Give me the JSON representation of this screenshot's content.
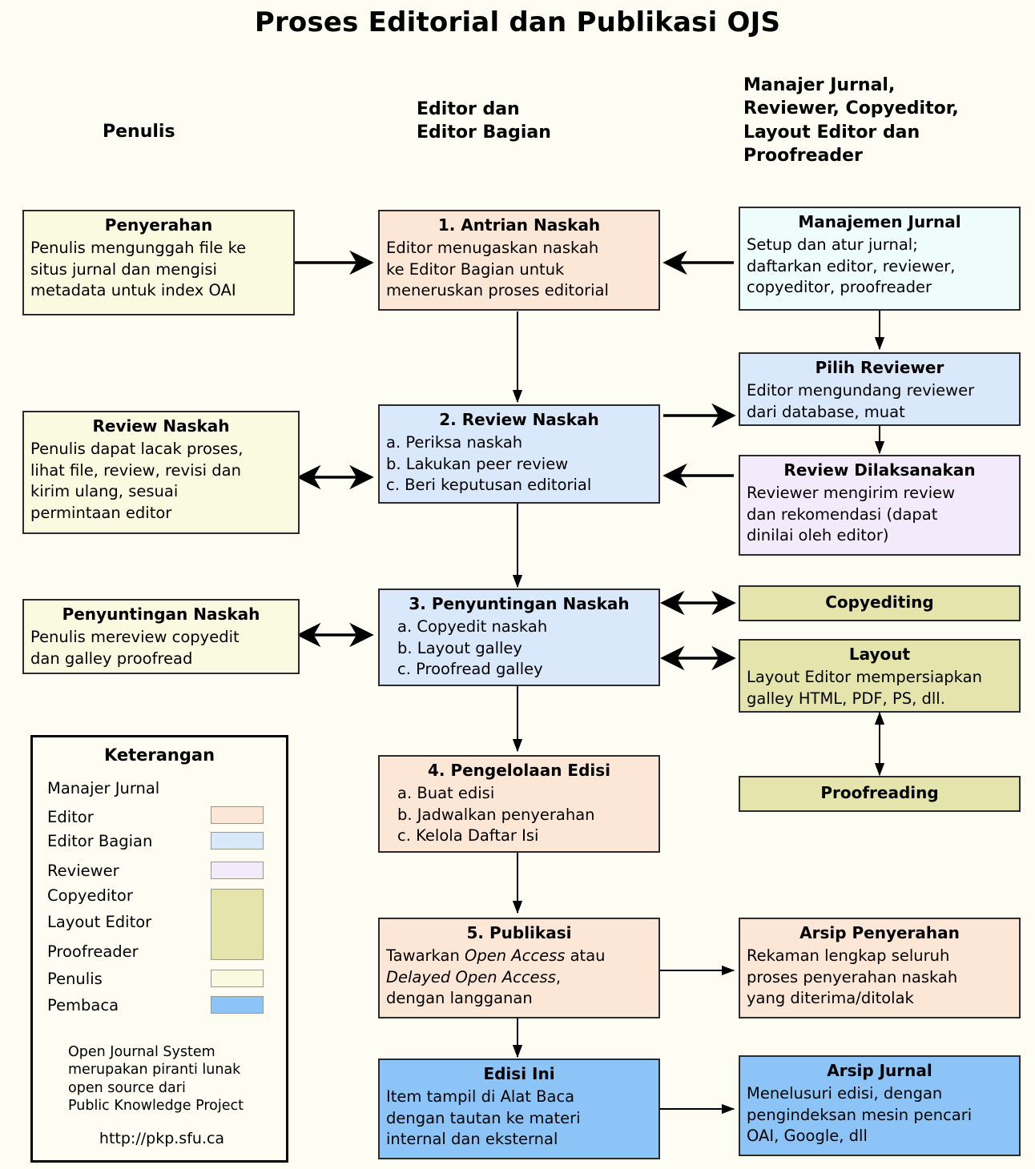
{
  "title": "Proses Editorial dan Publikasi OJS",
  "column_headers": [
    {
      "name": "penulis",
      "text": "Penulis"
    },
    {
      "name": "editor",
      "line1": "Editor dan",
      "line2": "Editor Bagian"
    },
    {
      "name": "others",
      "line1": "Manajer Jurnal,",
      "line2": "Reviewer, Copyeditor,",
      "line3": "Layout Editor dan",
      "line4": "Proofreader"
    }
  ],
  "boxes": {
    "penyerahan": {
      "title": "Penyerahan",
      "l1": "Penulis mengunggah file ke",
      "l2": "situs jurnal dan mengisi",
      "l3": "metadata untuk index OAI"
    },
    "antrian_naskah": {
      "title": "1. Antrian Naskah",
      "l1": "Editor menugaskan naskah",
      "l2": "ke Editor Bagian untuk",
      "l3": "meneruskan proses editorial"
    },
    "manajemen_jurnal": {
      "title": "Manajemen Jurnal",
      "l1": "Setup dan atur jurnal;",
      "l2": "daftarkan editor, reviewer,",
      "l3": "copyeditor, proofreader"
    },
    "pilih_reviewer": {
      "title": "Pilih Reviewer",
      "l1": "Editor mengundang reviewer",
      "l2": "dari database, muat"
    },
    "review_naskah_penulis": {
      "title": "Review Naskah",
      "l1": "Penulis dapat lacak proses,",
      "l2": "lihat file, review, revisi dan",
      "l3": "kirim ulang, sesuai",
      "l4": "permintaan editor"
    },
    "review_naskah": {
      "title": "2. Review Naskah",
      "a": "a. Periksa naskah",
      "b": "b. Lakukan peer review",
      "c": "c. Beri keputusan editorial"
    },
    "review_dilaksanakan": {
      "title": "Review Dilaksanakan",
      "l1": "Reviewer mengirim review",
      "l2": "dan rekomendasi (dapat",
      "l3": "dinilai oleh editor)"
    },
    "penyuntingan_penulis": {
      "title": "Penyuntingan Naskah",
      "l1": "Penulis mereview copyedit",
      "l2": "dan galley proofread"
    },
    "penyuntingan_naskah": {
      "title": "3. Penyuntingan Naskah",
      "a": "a. Copyedit naskah",
      "b": "b. Layout galley",
      "c": "c. Proofread galley"
    },
    "copyediting": {
      "title": "Copyediting"
    },
    "layout": {
      "title": "Layout",
      "l1": "Layout Editor mempersiapkan",
      "l2": "galley HTML, PDF, PS, dll."
    },
    "proofreading": {
      "title": "Proofreading"
    },
    "pengelolaan_edisi": {
      "title": "4. Pengelolaan Edisi",
      "a": "a. Buat edisi",
      "b": "b. Jadwalkan penyerahan",
      "c": "c. Kelola Daftar Isi"
    },
    "publikasi": {
      "title": "5. Publikasi",
      "l1a": "Tawarkan ",
      "l1i": "Open Access",
      "l1b": " atau",
      "l2i": "Delayed Open Access",
      "l2b": ",",
      "l3": "dengan langganan"
    },
    "arsip_penyerahan": {
      "title": "Arsip Penyerahan",
      "l1": "Rekaman lengkap seluruh",
      "l2": "proses penyerahan naskah",
      "l3": "yang diterima/ditolak"
    },
    "edisi_ini": {
      "title": "Edisi Ini",
      "l1": "Item tampil di Alat Baca",
      "l2": "dengan tautan ke materi",
      "l3": "internal dan eksternal"
    },
    "arsip_jurnal": {
      "title": "Arsip Jurnal",
      "l1": "Menelusuri edisi, dengan",
      "l2": "pengindeksan mesin pencari",
      "l3": "OAI, Google, dll"
    }
  },
  "legend": {
    "title": "Keterangan",
    "rows": [
      {
        "label": "Manajer Jurnal",
        "swatch": null
      },
      {
        "label": "Editor",
        "swatch": "#fce7d6"
      },
      {
        "label": "Editor Bagian",
        "swatch": "#d9e8fb"
      },
      {
        "label": "Reviewer",
        "swatch": "#f3eafc"
      },
      {
        "label": "Copyeditor",
        "swatch": "#e4e4ac"
      },
      {
        "label": "Layout Editor",
        "swatch": "#e4e4ac"
      },
      {
        "label": "Proofreader",
        "swatch": "#e4e4ac"
      },
      {
        "label": "Penulis",
        "swatch": "#fafae0"
      },
      {
        "label": "Pembaca",
        "swatch": "#8cc4f8"
      }
    ],
    "note_l1": "Open Journal System",
    "note_l2": "merupakan piranti lunak",
    "note_l3": "open source dari",
    "note_l4": "Public Knowledge Project",
    "url": "http://pkp.sfu.ca"
  },
  "colors": {
    "background": "#fdfdf3",
    "editor_peach": "#fce7d6",
    "editor_bagian_blue": "#d9e8fb",
    "reviewer_lavender": "#f3eafc",
    "copyeditor_khaki": "#e4e4ac",
    "penulis_cream": "#fafae0",
    "pembaca_blue": "#8cc4f8",
    "manajer_cyan": "#effcfc",
    "stroke": "#2b2b2b"
  }
}
